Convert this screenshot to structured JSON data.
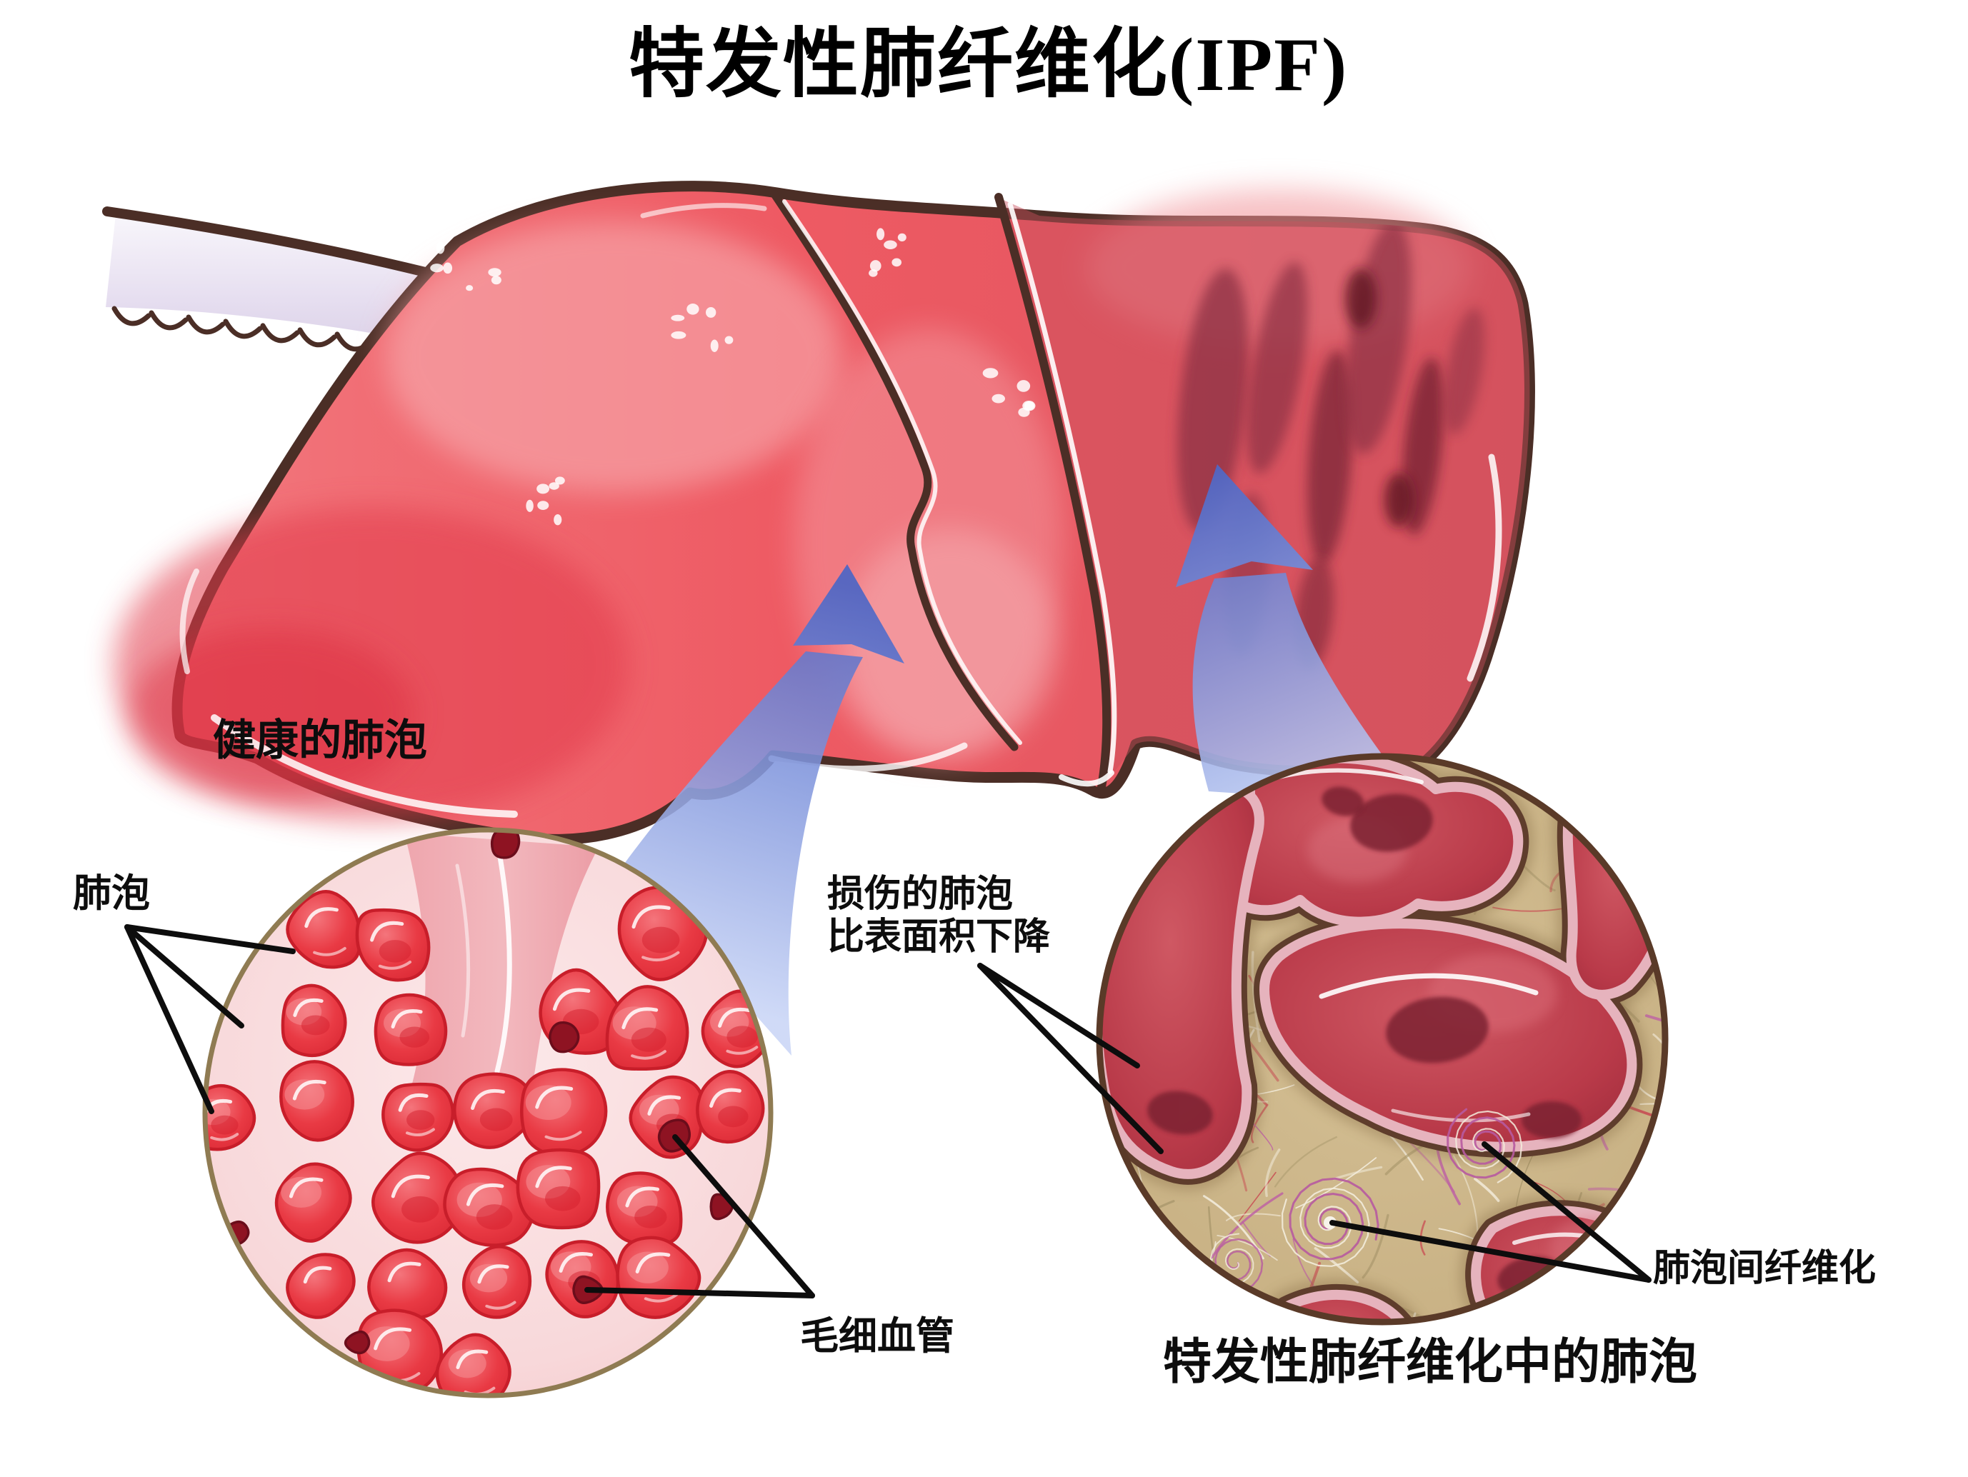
{
  "title": "特发性肺纤维化(IPF)",
  "healthy": {
    "heading": "健康的肺泡",
    "label_alveoli": "肺泡",
    "label_capillary": "毛细血管"
  },
  "ipf": {
    "damaged_line1": "损伤的肺泡",
    "damaged_line2": "比表面积下降",
    "label_fibrosis": "肺泡间纤维化",
    "caption": "特发性肺纤维化中的肺泡"
  },
  "icons": [
    {
      "name": "blue-flow-arrow",
      "meaning": "magnified-region-pointer",
      "count": 2
    }
  ],
  "colors": {
    "healthy_alveoli_red": "#e93a44",
    "alveoli_outline": "#c81e2a",
    "septa_pink": "#f8d8da",
    "capillary_dark_red": "#8e1322",
    "fibrosis_tan": "#c9b285",
    "fibrotic_alveoli_red": "#b93a49",
    "fibrosis_outline_brown": "#5f3d2c",
    "fiber_magenta": "#bd5da5",
    "arrow_blue": "#5a72c8",
    "lung_red": "#ee5a63",
    "lung_outline_brown": "#4b2e26",
    "label_black": "#0d0d0d"
  }
}
